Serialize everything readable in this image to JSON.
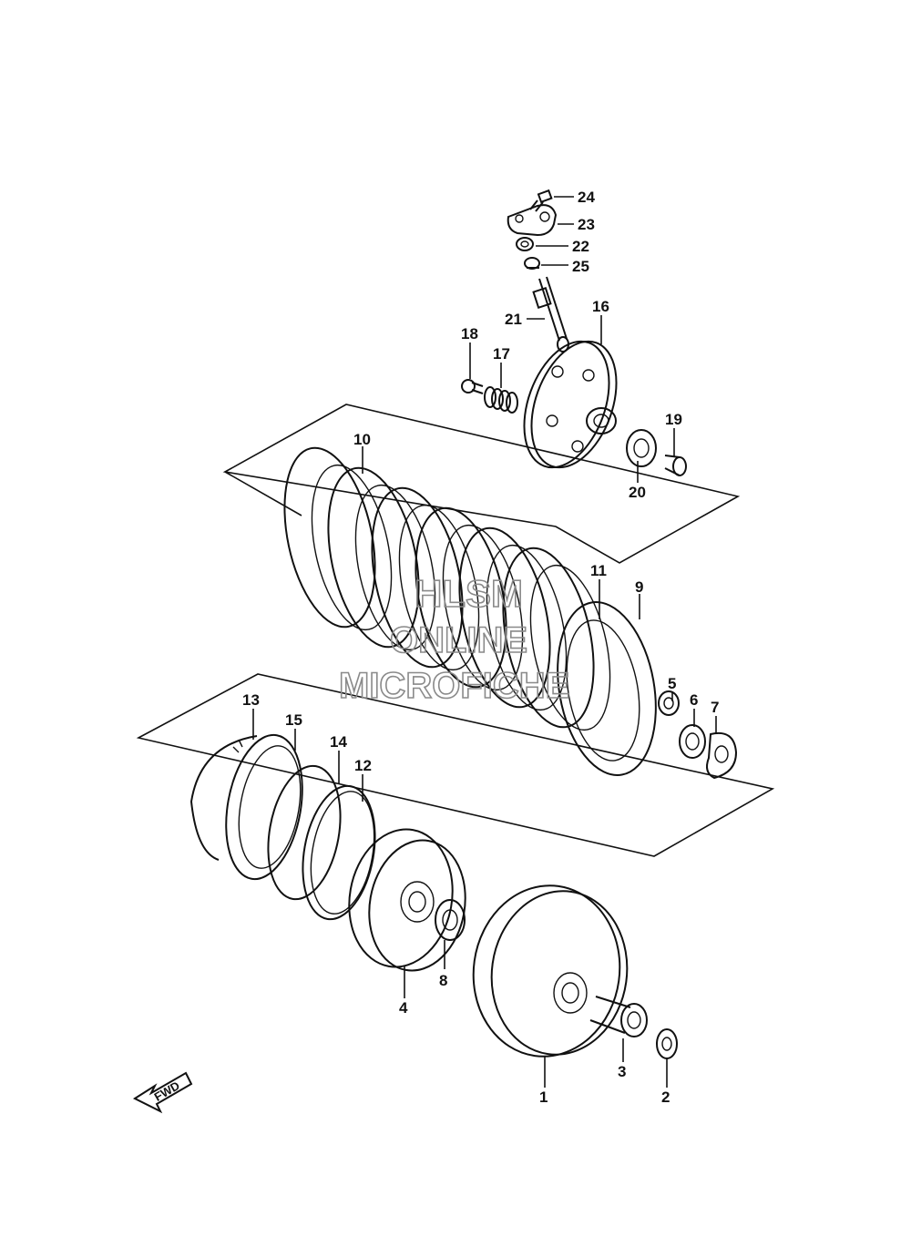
{
  "diagram": {
    "callouts": [
      "1",
      "2",
      "3",
      "4",
      "5",
      "6",
      "7",
      "8",
      "9",
      "10",
      "11",
      "12",
      "13",
      "14",
      "15",
      "16",
      "17",
      "18",
      "19",
      "20",
      "21",
      "22",
      "23",
      "24",
      "25"
    ],
    "direction_badge": "FWD"
  },
  "watermark": {
    "line1": "HLSM",
    "line2": "ONLINE",
    "line3": "MICROFICHE"
  }
}
